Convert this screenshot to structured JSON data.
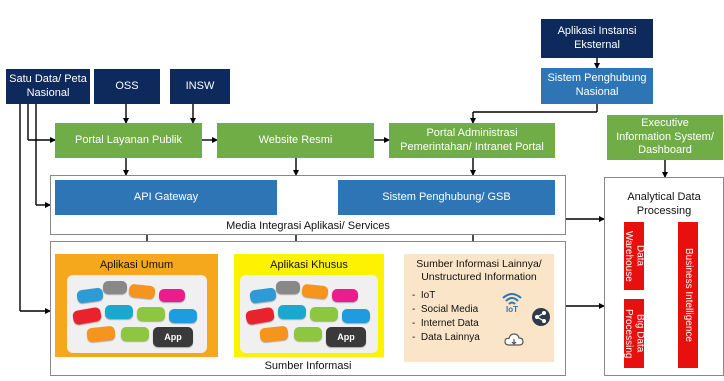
{
  "boxes": {
    "satu_data": "Satu Data/ Peta Nasional",
    "oss": "OSS",
    "insw": "INSW",
    "aplikasi_instansi": "Aplikasi Instansi Eksternal",
    "sistem_penghubung_nasional": "Sistem Penghubung Nasional",
    "portal_layanan": "Portal Layanan Publik",
    "website_resmi": "Website Resmi",
    "portal_admin": "Portal Administrasi Pemerintahan/ Intranet Portal",
    "eis": "Executive Information System/ Dashboard",
    "api_gateway": "API Gateway",
    "sistem_gsb": "Sistem Penghubung/ GSB",
    "analytical": "Analytical Data Processing",
    "data_warehouse": "Data Warehouse",
    "big_data": "Big Data Processing",
    "business_intelligence": "Business Intelligence"
  },
  "containers": {
    "media_integrasi": "Media Integrasi Aplikasi/ Services",
    "sumber_informasi": "Sumber Informasi"
  },
  "apps": {
    "umum_title": "Aplikasi Umum",
    "khusus_title": "Aplikasi Khusus",
    "app_label": "App"
  },
  "sumber_lain": {
    "title": "Sumber Informasi Lainnya/ Unstructured Information",
    "items": [
      "IoT",
      "Social Media",
      "Internet Data",
      "Data Lainnya"
    ],
    "iot_icon_label": "IoT"
  },
  "colors": {
    "navy": "#0e2a5c",
    "green": "#70ad47",
    "blue": "#2e75b6",
    "red": "#e8100f",
    "orange_bg": "#f5a81c",
    "yellow_bg": "#fff200",
    "peach_bg": "#fbe5c8"
  },
  "icons": [
    "wifi-icon",
    "share-icon",
    "cloud-icon"
  ]
}
